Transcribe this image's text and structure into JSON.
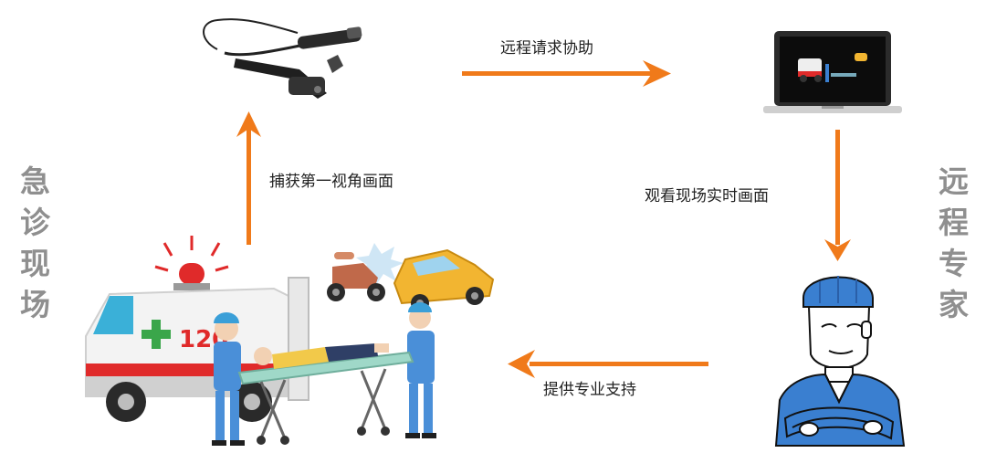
{
  "left_label": [
    "急",
    "诊",
    "现",
    "场"
  ],
  "right_label": [
    "远",
    "程",
    "专",
    "家"
  ],
  "steps": {
    "capture": "捕获第一视角画面",
    "request": "远程请求协助",
    "watch": "观看现场实时画面",
    "support": "提供专业支持"
  },
  "ambulance_text": "120",
  "colors": {
    "arrow": "#f07a1a",
    "label_gray": "#8f8f8f",
    "ambulance_red": "#e02a2a",
    "cross_green": "#3aa64a",
    "scrub_blue": "#3a7fd0"
  },
  "icons": [
    "smart-glasses-icon",
    "laptop-icon",
    "ambulance-icon",
    "accident-icon",
    "doctor-icon",
    "stretcher-icon"
  ]
}
